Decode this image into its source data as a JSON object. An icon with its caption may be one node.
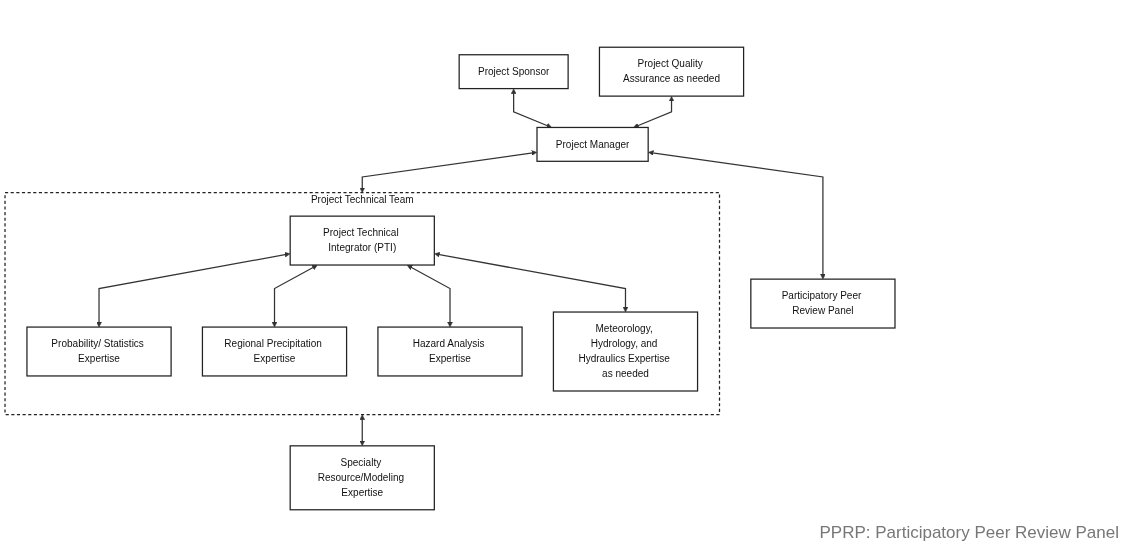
{
  "diagram": {
    "nodes": [
      {
        "text": [
          "Project Sponsor"
        ]
      },
      {
        "text": [
          "Project Quality Assurance as needed"
        ]
      },
      {
        "text": [
          "Project Manager"
        ]
      },
      {
        "text": [
          "Participatory Peer Review Panel"
        ]
      },
      {
        "text": [
          "Project Technical Team"
        ]
      },
      {
        "text": [
          "Project Technical Integrator (PTI)"
        ],
        "in": 4
      },
      {
        "text": [
          "Probability/ Statistics Expertise"
        ],
        "in": 4
      },
      {
        "text": [
          "Regional Precipitation Expertise"
        ],
        "in": 4
      },
      {
        "text": [
          "Hazard Analysis Expertise"
        ],
        "in": 4
      },
      {
        "text": [
          "Meteorology, Hydrology, and Hydraulics Expertise as needed"
        ],
        "in": 4
      },
      {
        "text": [
          "Specialty Resource/Modeling Expertise"
        ]
      }
    ],
    "edges": [
      {
        "from": 0,
        "to": 2,
        "arrow": "both"
      },
      {
        "from": 1,
        "to": 2,
        "arrow": "both"
      },
      {
        "from": 2,
        "to": 3,
        "arrow": "both"
      },
      {
        "from": 2,
        "to": 4,
        "arrow": "both"
      },
      {
        "from": 5,
        "to": 6,
        "arrow": "both"
      },
      {
        "from": 5,
        "to": 7,
        "arrow": "both"
      },
      {
        "from": 5,
        "to": 8,
        "arrow": "both"
      },
      {
        "from": 5,
        "to": 9,
        "arrow": "both"
      },
      {
        "from": 4,
        "to": 10,
        "arrow": "both"
      }
    ],
    "labels": [
      "PPRP: Participatory Peer Review Panel"
    ]
  }
}
